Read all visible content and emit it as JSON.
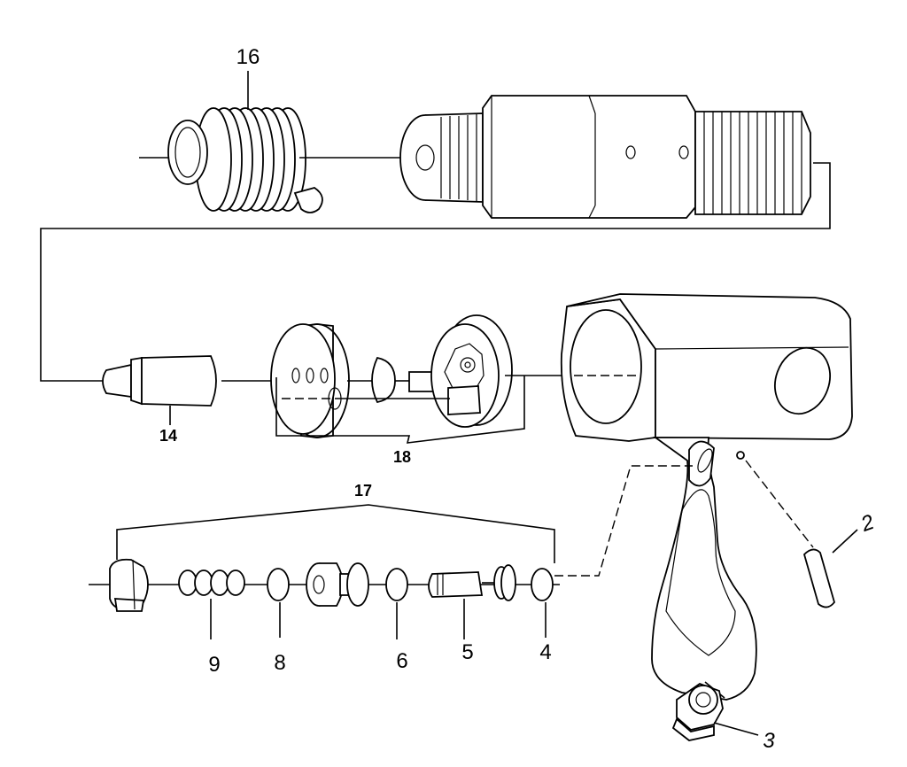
{
  "labels": {
    "part16": "16",
    "part14": "14",
    "part18": "18",
    "part17": "17",
    "part2": "2",
    "part3": "3",
    "part9": "9",
    "part8": "8",
    "part6": "6",
    "part5": "5",
    "part4": "4"
  }
}
